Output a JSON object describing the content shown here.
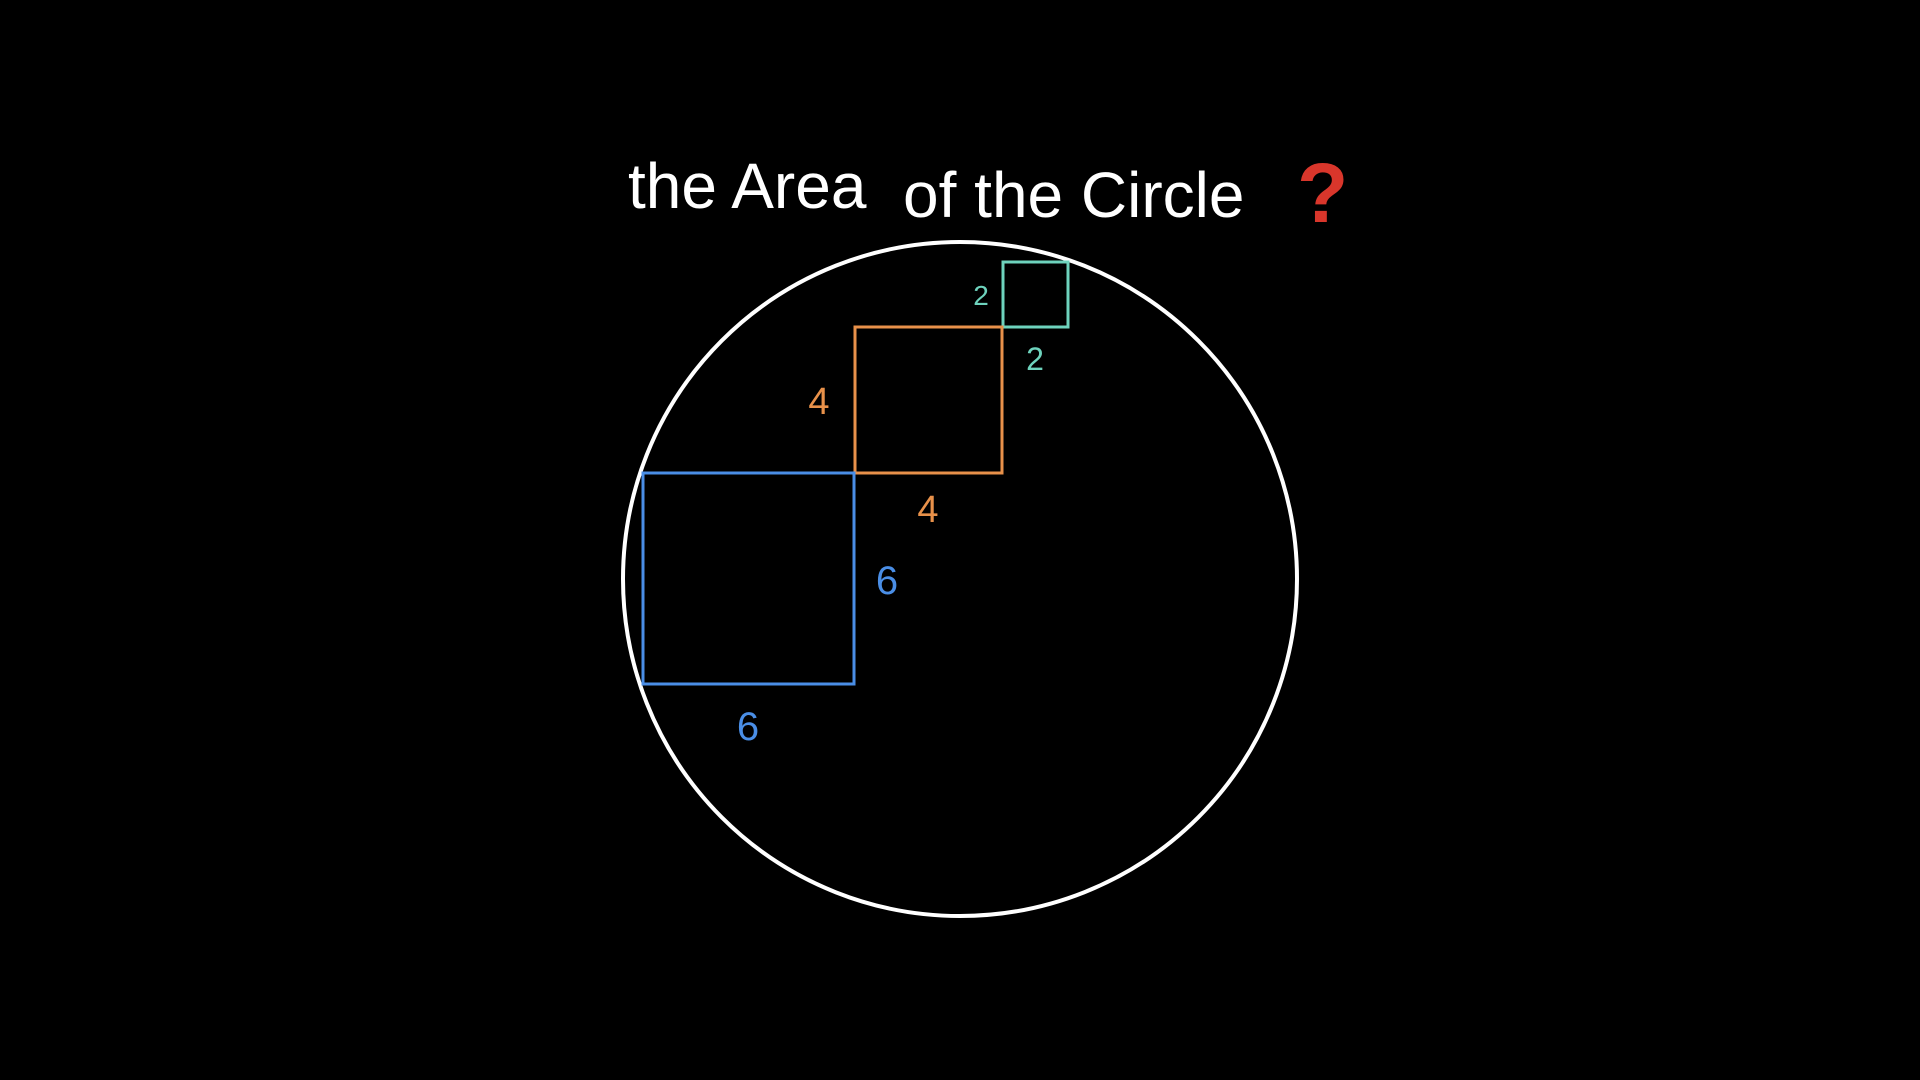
{
  "title": {
    "part1": "the Area",
    "part2": "of the Circle",
    "question_mark": "?"
  },
  "colors": {
    "background": "#000000",
    "circle": "#ffffff",
    "title": "#ffffff",
    "question_mark": "#d9362b",
    "small_square": "#6ed3bd",
    "medium_square": "#e8914a",
    "large_square": "#4a8ee6"
  },
  "squares": {
    "small": {
      "side": 2,
      "side_label": "2",
      "bottom_label": "2"
    },
    "medium": {
      "side": 4,
      "side_label": "4",
      "bottom_label": "4"
    },
    "large": {
      "side": 6,
      "side_label": "6",
      "bottom_label": "6"
    }
  }
}
